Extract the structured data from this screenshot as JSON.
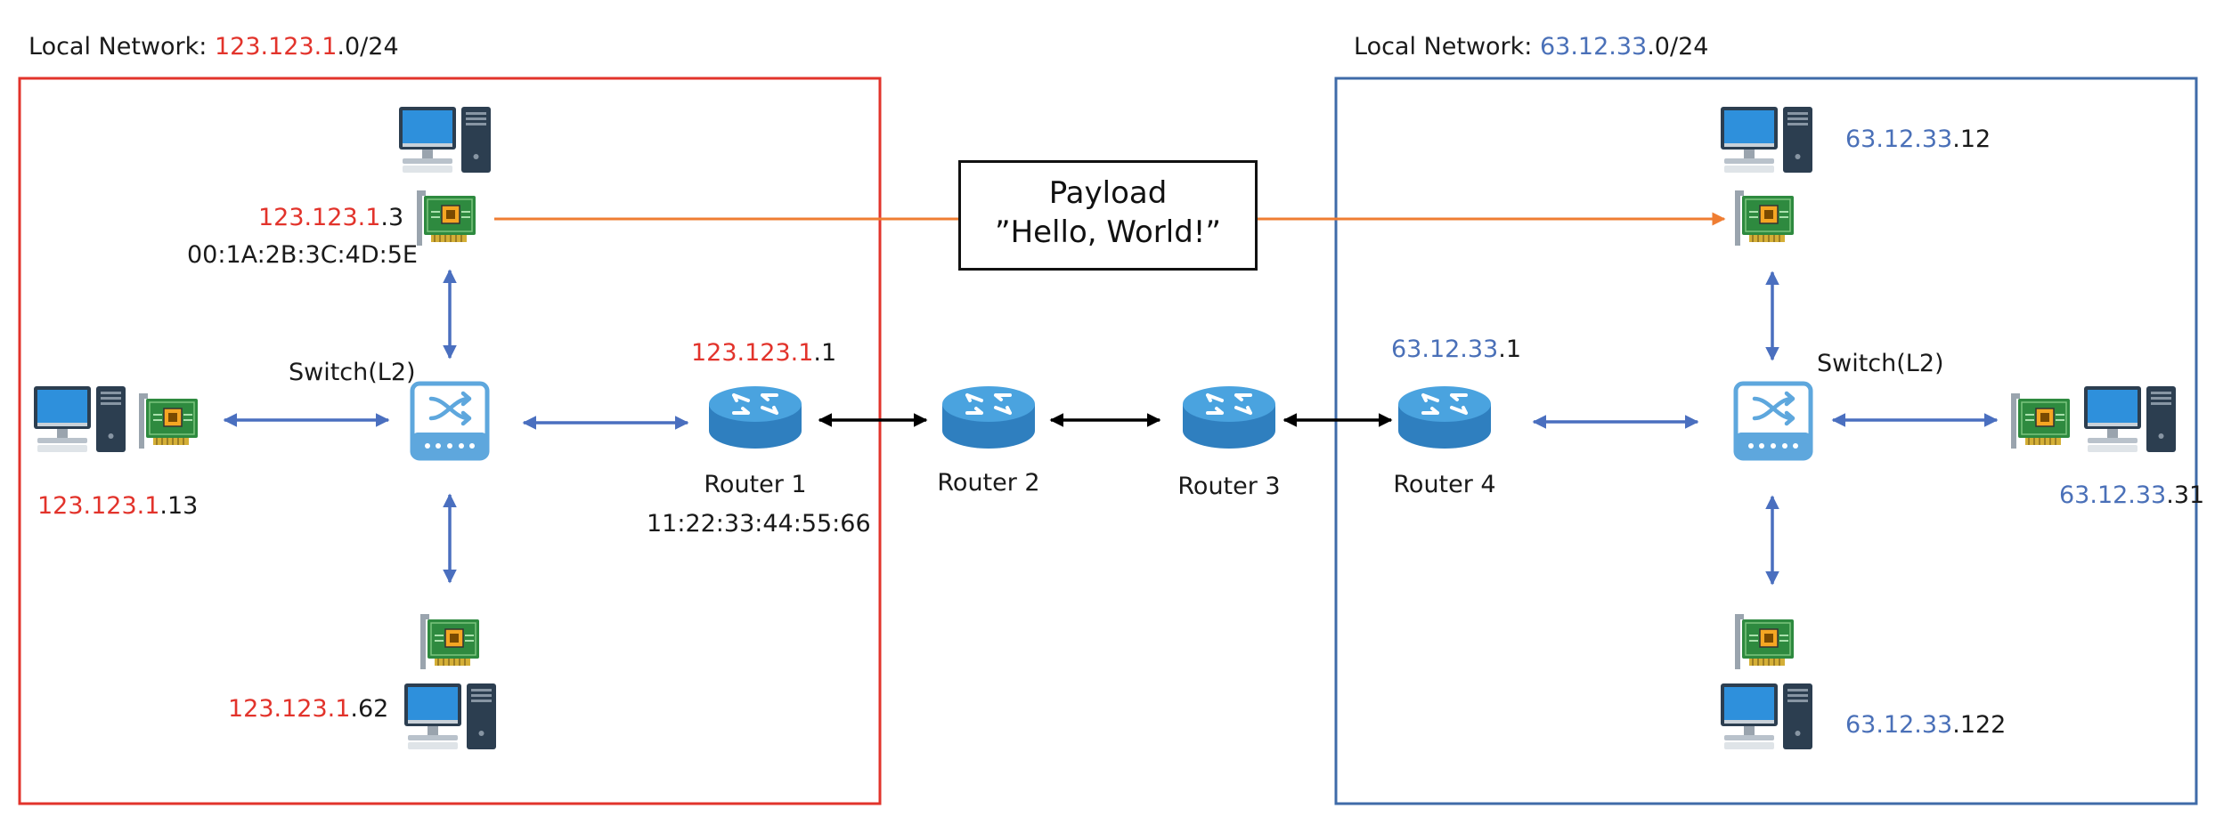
{
  "colors": {
    "left_network": "#e2332b",
    "right_network": "#4a70b8",
    "payload_arrow": "#ef7d32",
    "link_arrow": "#4a6fbf",
    "router_link": "#000000",
    "router_body": "#3d9ad6",
    "switch_body": "#5ea7dd",
    "nic_board": "#2e8a3f"
  },
  "left_network": {
    "title_prefix": "Local Network: ",
    "prefix": "123.123.1",
    "suffix": ".0/24",
    "switch_label": "Switch(L2)",
    "host_top": {
      "ip_prefix": "123.123.1",
      "ip_suffix": ".3",
      "mac": "00:1A:2B:3C:4D:5E"
    },
    "host_left": {
      "ip_prefix": "123.123.1",
      "ip_suffix": ".13"
    },
    "host_bottom": {
      "ip_prefix": "123.123.1",
      "ip_suffix": ".62"
    },
    "router": {
      "ip_prefix": "123.123.1",
      "ip_suffix": ".1",
      "name": "Router 1",
      "mac": "11:22:33:44:55:66"
    }
  },
  "right_network": {
    "title_prefix": "Local Network: ",
    "prefix": "63.12.33",
    "suffix": ".0/24",
    "switch_label": "Switch(L2)",
    "host_top": {
      "ip_prefix": "63.12.33",
      "ip_suffix": ".12"
    },
    "host_right": {
      "ip_prefix": "63.12.33",
      "ip_suffix": ".31"
    },
    "host_bottom": {
      "ip_prefix": "63.12.33",
      "ip_suffix": ".122"
    },
    "router": {
      "ip_prefix": "63.12.33",
      "ip_suffix": ".1",
      "name": "Router 4"
    }
  },
  "transit_routers": [
    {
      "name": "Router 2"
    },
    {
      "name": "Router 3"
    }
  ],
  "payload": {
    "title": "Payload",
    "content": "”Hello, World!”"
  },
  "icons": {
    "computer": "desktop-computer-icon",
    "nic": "network-card-icon",
    "router": "router-icon",
    "switch": "switch-icon"
  }
}
